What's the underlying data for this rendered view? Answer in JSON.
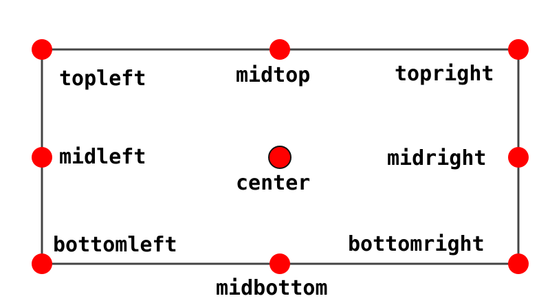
{
  "colors": {
    "dot": "#ff0000",
    "frame": "#444444",
    "text": "#000000"
  },
  "anchors": {
    "topleft": "topleft",
    "midtop": "midtop",
    "topright": "topright",
    "midleft": "midleft",
    "center": "center",
    "midright": "midright",
    "bottomleft": "bottomleft",
    "midbottom": "midbottom",
    "bottomright": "bottomright"
  }
}
